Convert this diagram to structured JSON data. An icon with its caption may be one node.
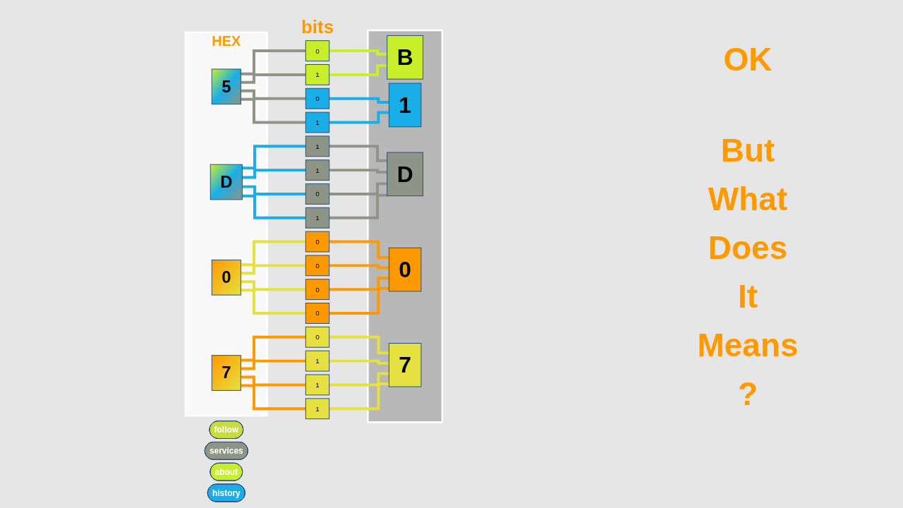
{
  "diagram": {
    "nodes": [
      {
        "text": [
          "HEX"
        ]
      },
      {
        "text": [
          "5"
        ],
        "in": 0
      },
      {
        "text": [
          "D"
        ],
        "in": 0
      },
      {
        "text": [
          "0"
        ],
        "in": 0
      },
      {
        "text": [
          "7"
        ],
        "in": 0
      },
      {
        "text": [
          "0"
        ]
      },
      {
        "text": [
          "1"
        ]
      },
      {
        "text": [
          "0"
        ]
      },
      {
        "text": [
          "1"
        ]
      },
      {
        "text": [
          "1"
        ]
      },
      {
        "text": [
          "1"
        ]
      },
      {
        "text": [
          "0"
        ]
      },
      {
        "text": [
          "1"
        ]
      },
      {
        "text": [
          "0"
        ]
      },
      {
        "text": [
          "0"
        ]
      },
      {
        "text": [
          "0"
        ]
      },
      {
        "text": [
          "0"
        ]
      },
      {
        "text": [
          "0"
        ]
      },
      {
        "text": [
          "1"
        ]
      },
      {
        "text": [
          "1"
        ]
      },
      {
        "text": [
          "1"
        ]
      },
      {
        "text": [],
        "shape": "box"
      },
      {
        "text": [
          "B"
        ],
        "in": 21
      },
      {
        "text": [
          "1"
        ],
        "in": 21
      },
      {
        "text": [
          "D"
        ],
        "in": 21
      },
      {
        "text": [
          "0"
        ],
        "in": 21
      },
      {
        "text": [
          "7"
        ],
        "in": 21
      },
      {
        "text": [
          "follow"
        ]
      },
      {
        "text": [
          "services"
        ]
      },
      {
        "text": [
          "about"
        ]
      },
      {
        "text": [
          "history"
        ]
      }
    ],
    "edges": [
      {
        "from": 1,
        "to": 5,
        "arrow": "none",
        "color": "#8e9486"
      },
      {
        "from": 1,
        "to": 6,
        "arrow": "none",
        "color": "#8e9486"
      },
      {
        "from": 1,
        "to": 7,
        "arrow": "none",
        "color": "#8e9486"
      },
      {
        "from": 1,
        "to": 8,
        "arrow": "none",
        "color": "#8e9486"
      },
      {
        "from": 2,
        "to": 9,
        "arrow": "none",
        "color": "#1aaee8"
      },
      {
        "from": 2,
        "to": 10,
        "arrow": "none",
        "color": "#1aaee8"
      },
      {
        "from": 2,
        "to": 11,
        "arrow": "none",
        "color": "#1aaee8"
      },
      {
        "from": 2,
        "to": 12,
        "arrow": "none",
        "color": "#1aaee8"
      },
      {
        "from": 3,
        "to": 13,
        "arrow": "none",
        "color": "#e6e040"
      },
      {
        "from": 3,
        "to": 14,
        "arrow": "none",
        "color": "#e6e040"
      },
      {
        "from": 3,
        "to": 15,
        "arrow": "none",
        "color": "#e6e040"
      },
      {
        "from": 3,
        "to": 16,
        "arrow": "none",
        "color": "#e6e040"
      },
      {
        "from": 4,
        "to": 17,
        "arrow": "none",
        "color": "#ff9900"
      },
      {
        "from": 4,
        "to": 18,
        "arrow": "none",
        "color": "#ff9900"
      },
      {
        "from": 4,
        "to": 19,
        "arrow": "none",
        "color": "#ff9900"
      },
      {
        "from": 4,
        "to": 20,
        "arrow": "none",
        "color": "#ff9900"
      },
      {
        "from": 5,
        "to": 22,
        "arrow": "none",
        "color": "#c8f02a"
      },
      {
        "from": 6,
        "to": 22,
        "arrow": "none",
        "color": "#c8f02a"
      },
      {
        "from": 7,
        "to": 23,
        "arrow": "none",
        "color": "#1aaee8"
      },
      {
        "from": 8,
        "to": 23,
        "arrow": "none",
        "color": "#1aaee8"
      },
      {
        "from": 9,
        "to": 24,
        "arrow": "none",
        "color": "#8e9486"
      },
      {
        "from": 10,
        "to": 24,
        "arrow": "none",
        "color": "#8e9486"
      },
      {
        "from": 11,
        "to": 24,
        "arrow": "none",
        "color": "#8e9486"
      },
      {
        "from": 12,
        "to": 24,
        "arrow": "none",
        "color": "#8e9486"
      },
      {
        "from": 13,
        "to": 25,
        "arrow": "none",
        "color": "#ff9900"
      },
      {
        "from": 14,
        "to": 25,
        "arrow": "none",
        "color": "#ff9900"
      },
      {
        "from": 15,
        "to": 25,
        "arrow": "none",
        "color": "#ff9900"
      },
      {
        "from": 16,
        "to": 25,
        "arrow": "none",
        "color": "#ff9900"
      },
      {
        "from": 17,
        "to": 26,
        "arrow": "none",
        "color": "#e6e040"
      },
      {
        "from": 18,
        "to": 26,
        "arrow": "none",
        "color": "#e6e040"
      },
      {
        "from": 19,
        "to": 26,
        "arrow": "none",
        "color": "#e6e040"
      },
      {
        "from": 20,
        "to": 26,
        "arrow": "none",
        "color": "#e6e040"
      }
    ],
    "labels": [
      "bits",
      "OK",
      "But What Does It Means ?"
    ]
  }
}
